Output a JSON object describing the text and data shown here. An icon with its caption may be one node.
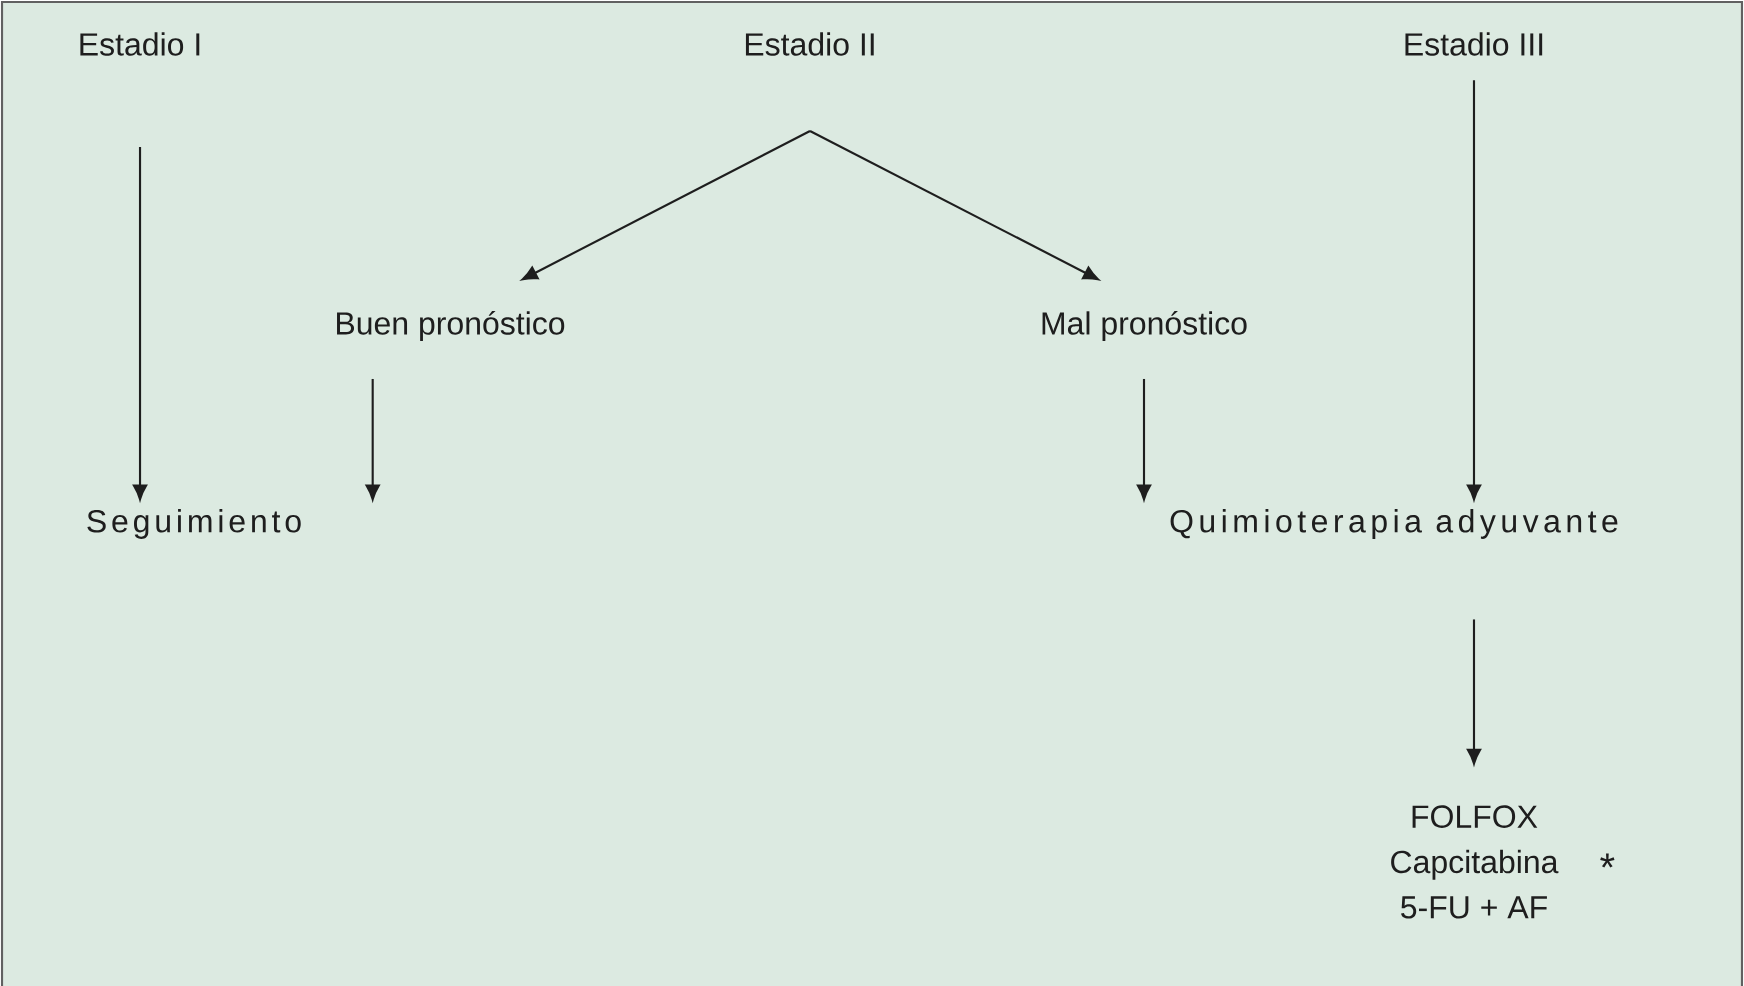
{
  "diagram": {
    "nodes": [
      {
        "text": [
          "Estadio I"
        ]
      },
      {
        "text": [
          "Estadio II"
        ]
      },
      {
        "text": [
          "Estadio III"
        ]
      },
      {
        "text": [
          "Buen pronóstico"
        ]
      },
      {
        "text": [
          "Mal pronóstico"
        ]
      },
      {
        "text": [
          "Seguimiento"
        ]
      },
      {
        "text": [
          "Quimioterapia adyuvante"
        ]
      },
      {
        "text": [
          "FOLFOX",
          "Capcitabina",
          "5-FU + AF"
        ],
        "beside": [
          "*"
        ]
      }
    ],
    "edges": [
      {
        "from": 0,
        "to": 5,
        "arrow": "to"
      },
      {
        "from": 1,
        "to": 3,
        "arrow": "to"
      },
      {
        "from": 1,
        "to": 4,
        "arrow": "to"
      },
      {
        "from": 2,
        "to": 6,
        "arrow": "to"
      },
      {
        "from": 3,
        "to": 5,
        "arrow": "to"
      },
      {
        "from": 4,
        "to": 6,
        "arrow": "to"
      },
      {
        "from": 6,
        "to": 7,
        "arrow": "to"
      }
    ]
  }
}
